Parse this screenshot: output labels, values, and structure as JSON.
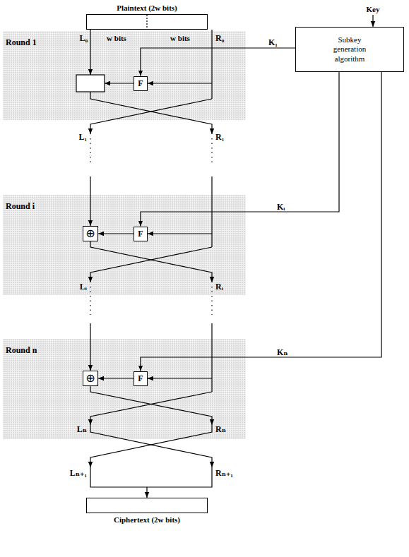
{
  "diagram": {
    "nodes": [
      {
        "text": [
          "Plaintext (2w bits)"
        ]
      },
      {
        "text": [
          "Subkey generation algorithm"
        ]
      },
      {
        "text": [
          "F"
        ]
      },
      {
        "text": [
          "⊕"
        ]
      },
      {
        "text": [
          "F"
        ]
      },
      {
        "text": [
          "⊕"
        ]
      },
      {
        "text": [
          "F"
        ]
      },
      {
        "text": [
          "Ciphertext (2w bits)"
        ]
      }
    ],
    "edges": [
      {
        "from": 1,
        "to": 2,
        "arrow": "to",
        "label": "K₁"
      },
      {
        "from": 1,
        "to": 4,
        "arrow": "to",
        "label": "Kᵢ"
      },
      {
        "from": 1,
        "to": 6,
        "arrow": "to",
        "label": "Kₙ"
      },
      {
        "from": 4,
        "to": 3,
        "arrow": "to"
      },
      {
        "from": 6,
        "to": 5,
        "arrow": "to"
      }
    ],
    "labels": [
      "Key",
      "Round 1",
      "L₀",
      "w bits",
      "w bits",
      "R₀",
      "L₁",
      "R₁",
      "Round i",
      "Lᵢ",
      "Rᵢ",
      "Round n",
      "Lₙ",
      "Rₙ",
      "Lₙ₊₁",
      "Rₙ₊₁"
    ]
  }
}
